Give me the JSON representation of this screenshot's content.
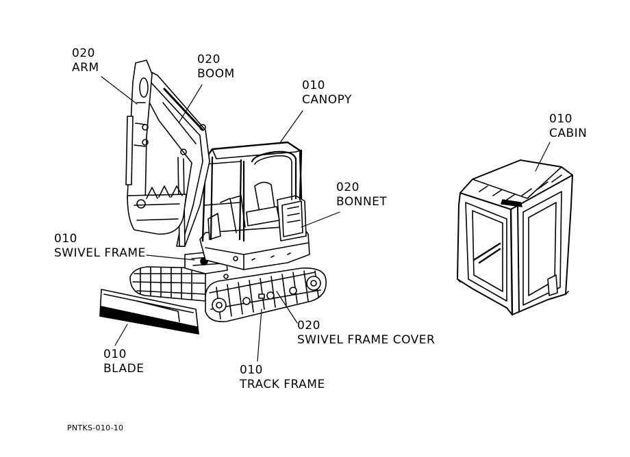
{
  "diagram_code": "PNTKS-010-10",
  "callouts": {
    "arm": {
      "number": "020",
      "label": "ARM"
    },
    "boom": {
      "number": "020",
      "label": "BOOM"
    },
    "canopy": {
      "number": "010",
      "label": "CANOPY"
    },
    "cabin": {
      "number": "010",
      "label": "CABIN"
    },
    "bonnet": {
      "number": "020",
      "label": "BONNET"
    },
    "swivel_frame": {
      "number": "010",
      "label": "SWIVEL FRAME"
    },
    "swivel_frame_cover": {
      "number": "020",
      "label": "SWIVEL FRAME COVER"
    },
    "blade": {
      "number": "010",
      "label": "BLADE"
    },
    "track_frame": {
      "number": "010",
      "label": "TRACK FRAME"
    }
  }
}
